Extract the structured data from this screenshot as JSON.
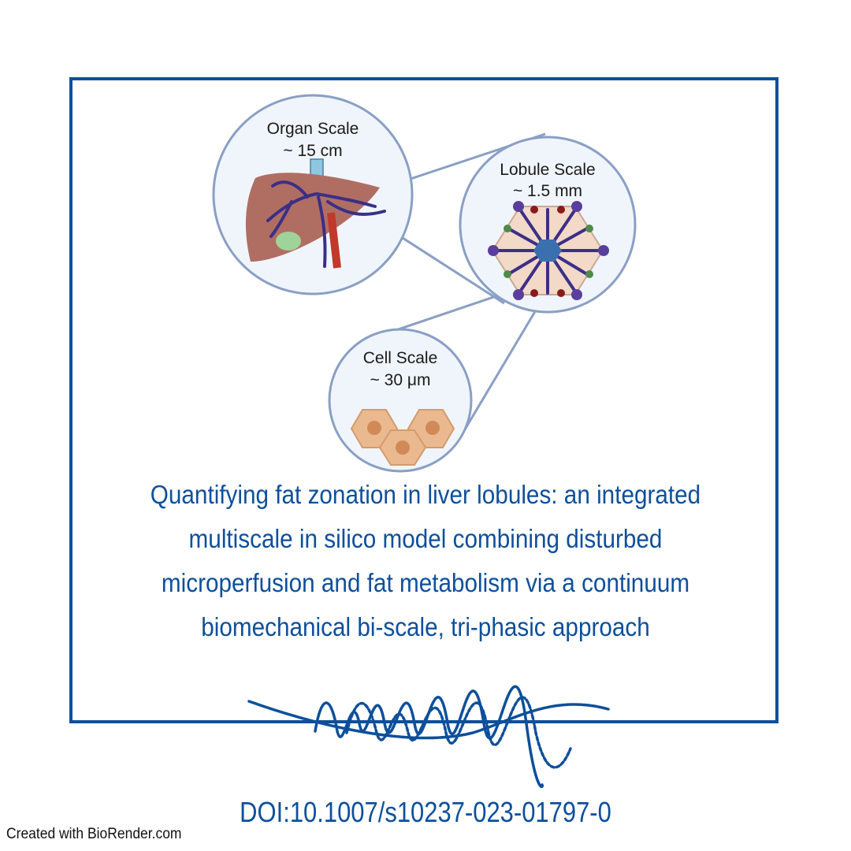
{
  "figure": {
    "organ": {
      "title": "Organ Scale",
      "size": "~ 15 cm"
    },
    "lobule": {
      "title": "Lobule Scale",
      "size": "~ 1.5 mm"
    },
    "cell": {
      "title": "Cell Scale",
      "size": "~ 30 μm"
    }
  },
  "title_lines": [
    "Quantifying fat zonation in liver lobules: an integrated",
    "multiscale in silico model combining disturbed",
    "microperfusion and fat metabolism via a continuum",
    "biomechanical bi-scale, tri-phasic approach"
  ],
  "doi": "DOI:10.1007/s10237-023-01797-0",
  "credit": "Created with BioRender.com",
  "colors": {
    "frame": "#0e4f9b",
    "title": "#0e4f9b",
    "circle_stroke": "#8a9fc4",
    "circle_fill": "#f0f5fc",
    "liver": "#b06e63",
    "vessel": "#3b2f86",
    "artery": "#c0392b",
    "cell": "#eab98f"
  },
  "icons": [
    "liver-icon",
    "lobule-hexagon-icon",
    "hepatocyte-cells-icon",
    "wave-logo-icon"
  ]
}
